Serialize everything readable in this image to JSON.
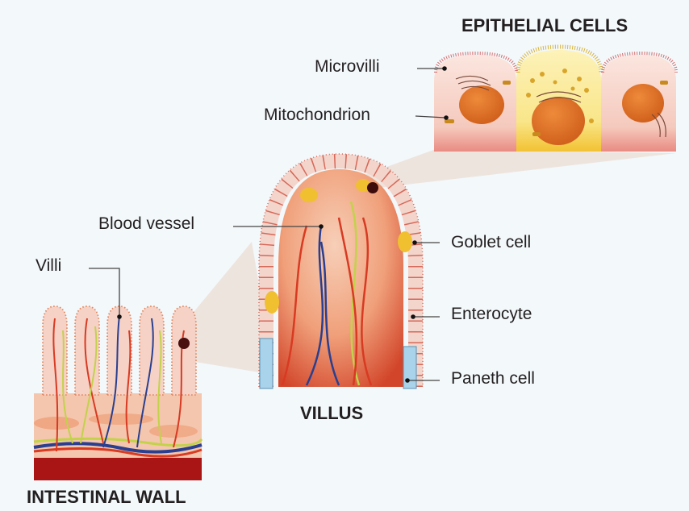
{
  "titles": {
    "epithelial_cells": "EPITHELIAL CELLS",
    "villus": "VILLUS",
    "intestinal_wall": "INTESTINAL WALL"
  },
  "labels": {
    "microvilli": "Microvilli",
    "mitochondrion": "Mitochondrion",
    "blood_vessel": "Blood vessel",
    "villi": "Villi",
    "goblet_cell": "Goblet cell",
    "enterocyte": "Enterocyte",
    "paneth_cell": "Paneth cell"
  },
  "colors": {
    "background": "#f3f8fb",
    "tissue_pink": "#f6d2c6",
    "vessel_red": "#d83a22",
    "vessel_blue": "#2a3f8f",
    "nerve_green": "#c2d24a",
    "goblet_yellow": "#f0c030",
    "paneth_blue": "#a9d3ea",
    "muscle_red": "#a91414",
    "nucleus_orange": "#e2772a"
  }
}
